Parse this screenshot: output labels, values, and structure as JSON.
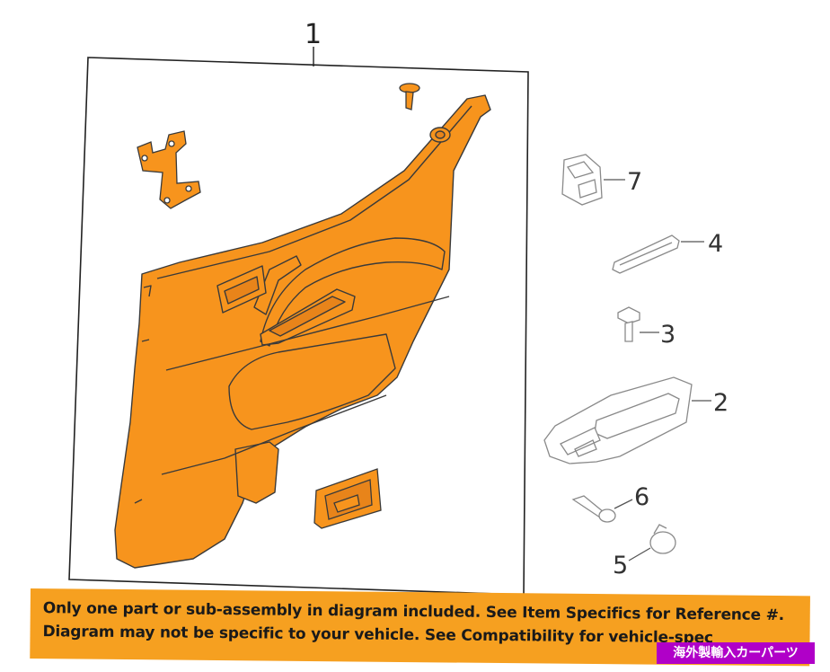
{
  "diagram": {
    "callouts": {
      "assembly": "1",
      "part_2": "2",
      "part_3": "3",
      "part_4": "4",
      "part_5": "5",
      "part_6": "6",
      "part_7": "7"
    },
    "colors": {
      "highlight_fill": "#f7941d",
      "outline": "#3a3a3a",
      "line_art": "#8a8a8a"
    }
  },
  "notice": {
    "line_1": "Only one part or sub-assembly in diagram included. See Item Specifics for Reference #.",
    "line_2": "Diagram may not be specific to your vehicle. See Compatibility for vehicle-spec",
    "background": "#f6a020"
  },
  "brand_tag": {
    "text": "海外製輸入カーパーツ",
    "background": "#b000c8"
  }
}
